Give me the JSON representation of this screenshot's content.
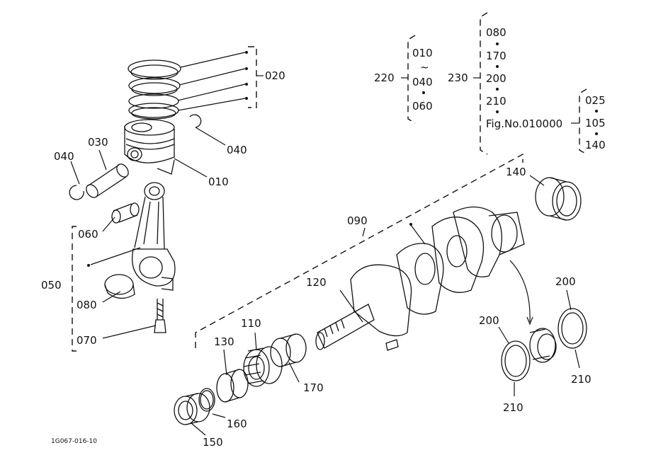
{
  "drawing_code": "1G067-016-10",
  "labels": {
    "p010": "010",
    "p020": "020",
    "p030": "030",
    "p040a": "040",
    "p040b": "040",
    "p050": "050",
    "p060": "060",
    "p070": "070",
    "p080": "080",
    "p090": "090",
    "p110": "110",
    "p120": "120",
    "p130": "130",
    "p140": "140",
    "p150": "150",
    "p160": "160",
    "p170": "170",
    "p200a": "200",
    "p200b": "200",
    "p210a": "210",
    "p210b": "210"
  },
  "set220": {
    "id": "220",
    "items": [
      "010",
      "040",
      "060"
    ],
    "tilde": "~"
  },
  "set230": {
    "id": "230",
    "items": [
      "080",
      "170",
      "200",
      "210"
    ],
    "fig": "Fig.No.010000"
  },
  "set_fig": {
    "items": [
      "025",
      "105",
      "140"
    ]
  }
}
